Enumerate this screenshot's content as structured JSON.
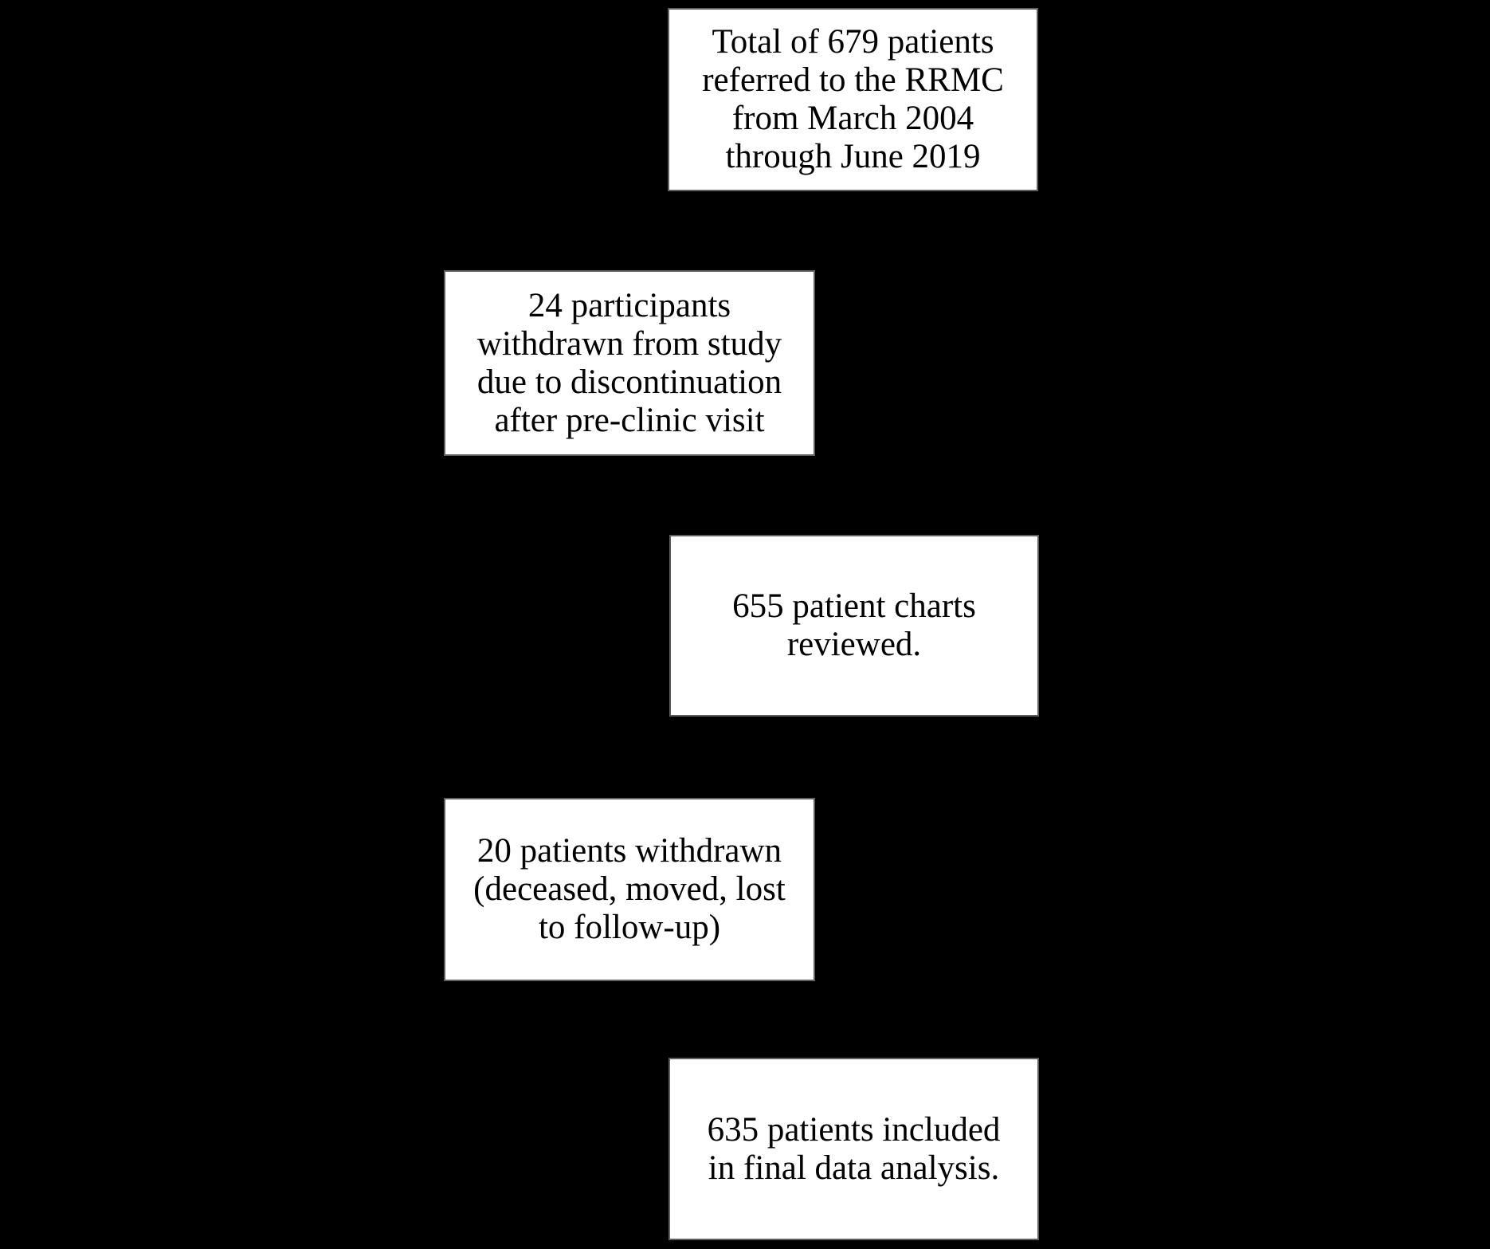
{
  "diagram": {
    "type": "flowchart",
    "background_color": "#000000",
    "node_fill_color": "#ffffff",
    "node_border_color": "#5e5e5e",
    "text_color": "#000000",
    "nodes": [
      {
        "id": "total-referred",
        "text": "Total of 679 patients\nreferred to the RRMC\nfrom March 2004\nthrough June 2019"
      },
      {
        "id": "withdrawn-preclinic",
        "text": "24 participants\nwithdrawn from study\ndue to discontinuation\nafter pre-clinic visit"
      },
      {
        "id": "charts-reviewed",
        "text": "655 patient charts\nreviewed."
      },
      {
        "id": "withdrawn-lost",
        "text": "20 patients withdrawn\n(deceased, moved, lost\nto follow-up)"
      },
      {
        "id": "final-analysis",
        "text": "635 patients included\nin final data analysis."
      }
    ]
  }
}
